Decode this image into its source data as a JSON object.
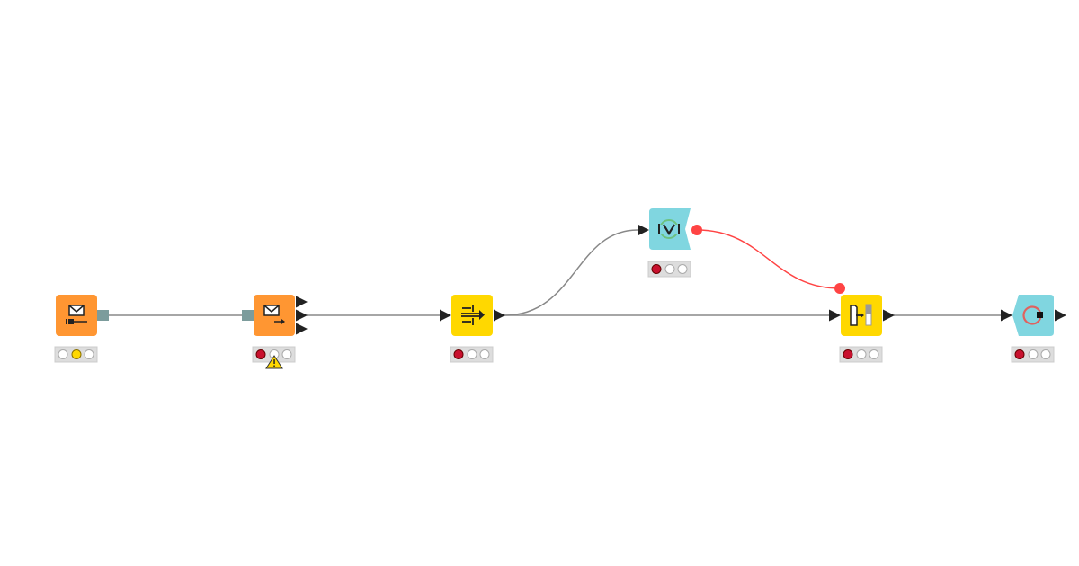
{
  "colors": {
    "source_node": "#FF9632",
    "manipulator_node": "#FFD800",
    "flow_node": "#80D6E0",
    "connection": "#888888",
    "variable_connection": "#F44",
    "status_red": "#C8102E",
    "status_yellow": "#FFD800",
    "status_off": "#FFFFFF",
    "mail_port": "#7C9C9C"
  },
  "nodes": [
    {
      "kind": "email-connector",
      "status": "configured"
    },
    {
      "kind": "email-reader",
      "status": "not-configured",
      "warning": true
    },
    {
      "kind": "concatenate",
      "status": "not-configured"
    },
    {
      "kind": "variable-loop-start",
      "status": "not-configured"
    },
    {
      "kind": "table-transformer",
      "status": "not-configured"
    },
    {
      "kind": "loop-end",
      "status": "not-configured"
    }
  ]
}
